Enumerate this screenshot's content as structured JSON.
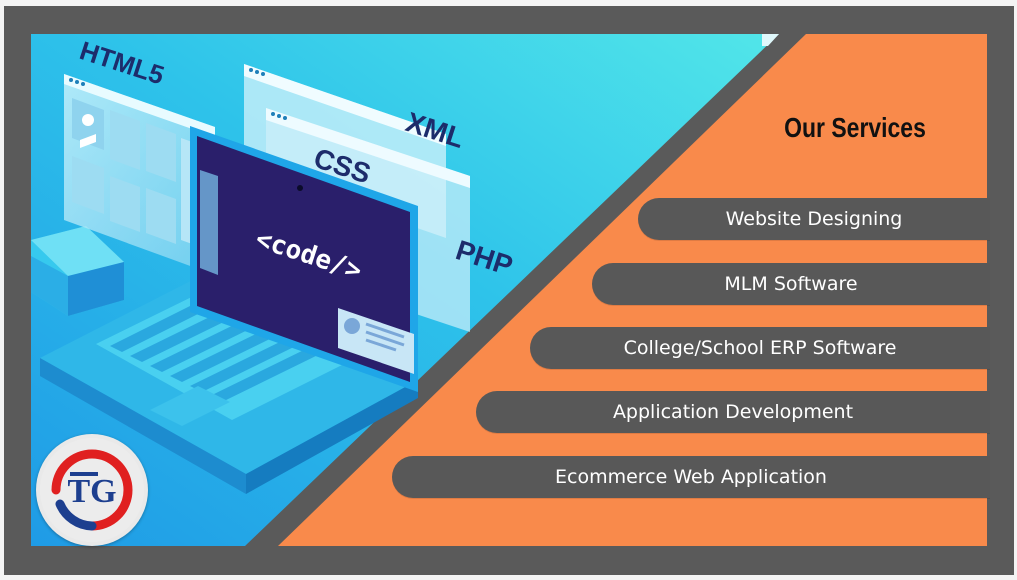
{
  "colors": {
    "board": "#5a5a5a",
    "accent_orange": "#f98a4b",
    "pill": "#585858",
    "sky_light": "#49e3e8",
    "sky_dark": "#1fa6e8",
    "screen": "#2a1f6b",
    "logo_red": "#e02020",
    "logo_blue": "#1d3f8f"
  },
  "hero": {
    "tech_labels": [
      "HTML5",
      "CSS",
      "XML",
      "PHP"
    ],
    "screen_code": "<code/>"
  },
  "services": {
    "title": "Our Services",
    "items": [
      {
        "label": "Website Designing"
      },
      {
        "label": "MLM Software"
      },
      {
        "label": "College/School ERP Software"
      },
      {
        "label": "Application Development"
      },
      {
        "label": "Ecommerce Web Application"
      }
    ]
  },
  "logo": {
    "text": "TG",
    "icon": "tg-logo-icon"
  }
}
